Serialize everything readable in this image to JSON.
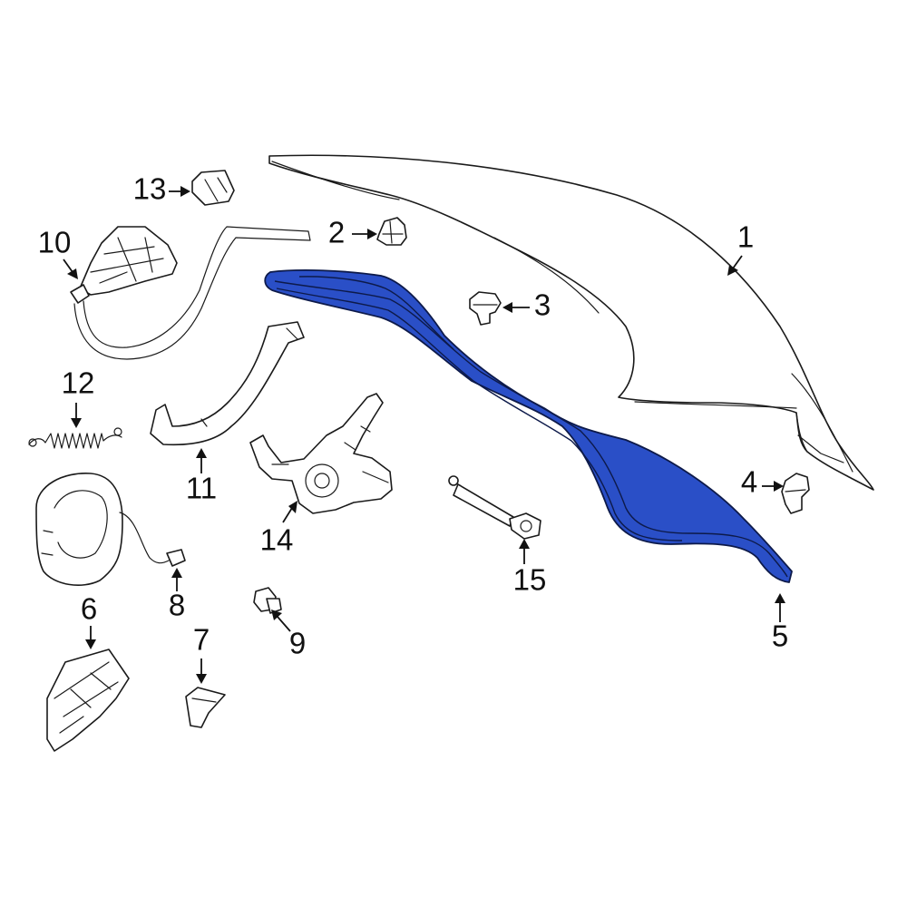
{
  "callouts": {
    "c1": "1",
    "c2": "2",
    "c3": "3",
    "c4": "4",
    "c5": "5",
    "c6": "6",
    "c7": "7",
    "c8": "8",
    "c9": "9",
    "c10": "10",
    "c11": "11",
    "c12": "12",
    "c13": "13",
    "c14": "14",
    "c15": "15"
  },
  "colors": {
    "highlight": "#2a4fc7",
    "outline": "#1a1a1a",
    "background": "#ffffff"
  },
  "highlighted_part": "5"
}
